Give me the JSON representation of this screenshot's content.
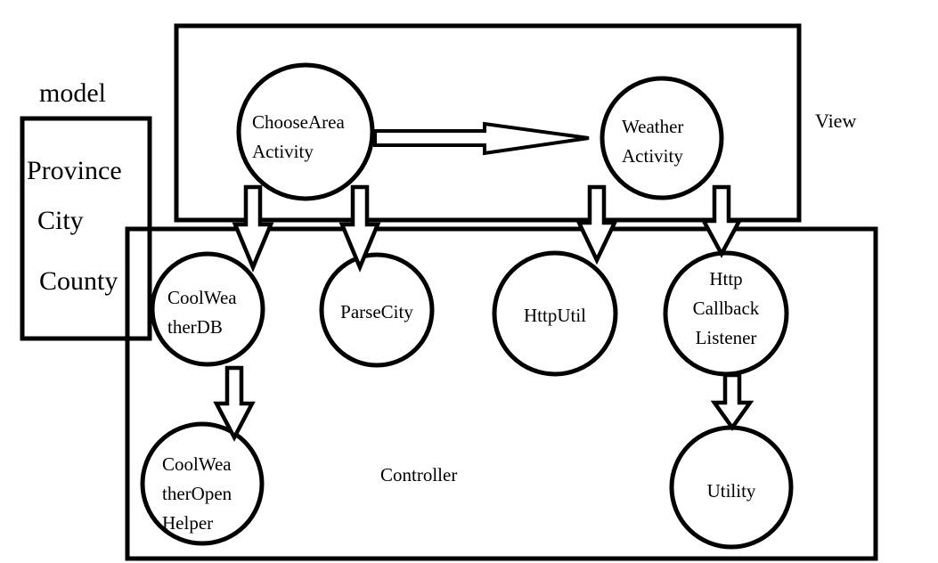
{
  "colors": {
    "ink": "#000000",
    "background": "#ffffff"
  },
  "labels": {
    "model": "model",
    "view": "View",
    "controller": "Controller"
  },
  "model_items": [
    "Province",
    "City",
    "County"
  ],
  "nodes": [
    {
      "id": "choose-area-activity",
      "lines": [
        "ChooseArea",
        "Activity"
      ]
    },
    {
      "id": "weather-activity",
      "lines": [
        "Weather",
        "Activity"
      ]
    },
    {
      "id": "cool-weather-db",
      "lines": [
        "CoolWea",
        "therDB"
      ]
    },
    {
      "id": "parse-city",
      "lines": [
        "ParseCity"
      ]
    },
    {
      "id": "http-util",
      "lines": [
        "HttpUtil"
      ]
    },
    {
      "id": "http-callback-listener",
      "lines": [
        "Http",
        "Callback",
        "Listener"
      ]
    },
    {
      "id": "cool-weather-open-helper",
      "lines": [
        "CoolWea",
        "therOpen",
        "Helper"
      ]
    },
    {
      "id": "utility",
      "lines": [
        "Utility"
      ]
    }
  ],
  "edges": [
    {
      "from": "choose-area-activity",
      "to": "weather-activity"
    },
    {
      "from": "choose-area-activity",
      "to": "cool-weather-db"
    },
    {
      "from": "choose-area-activity",
      "to": "parse-city"
    },
    {
      "from": "weather-activity",
      "to": "http-util"
    },
    {
      "from": "weather-activity",
      "to": "http-callback-listener"
    },
    {
      "from": "cool-weather-db",
      "to": "cool-weather-open-helper"
    },
    {
      "from": "http-callback-listener",
      "to": "utility"
    }
  ]
}
